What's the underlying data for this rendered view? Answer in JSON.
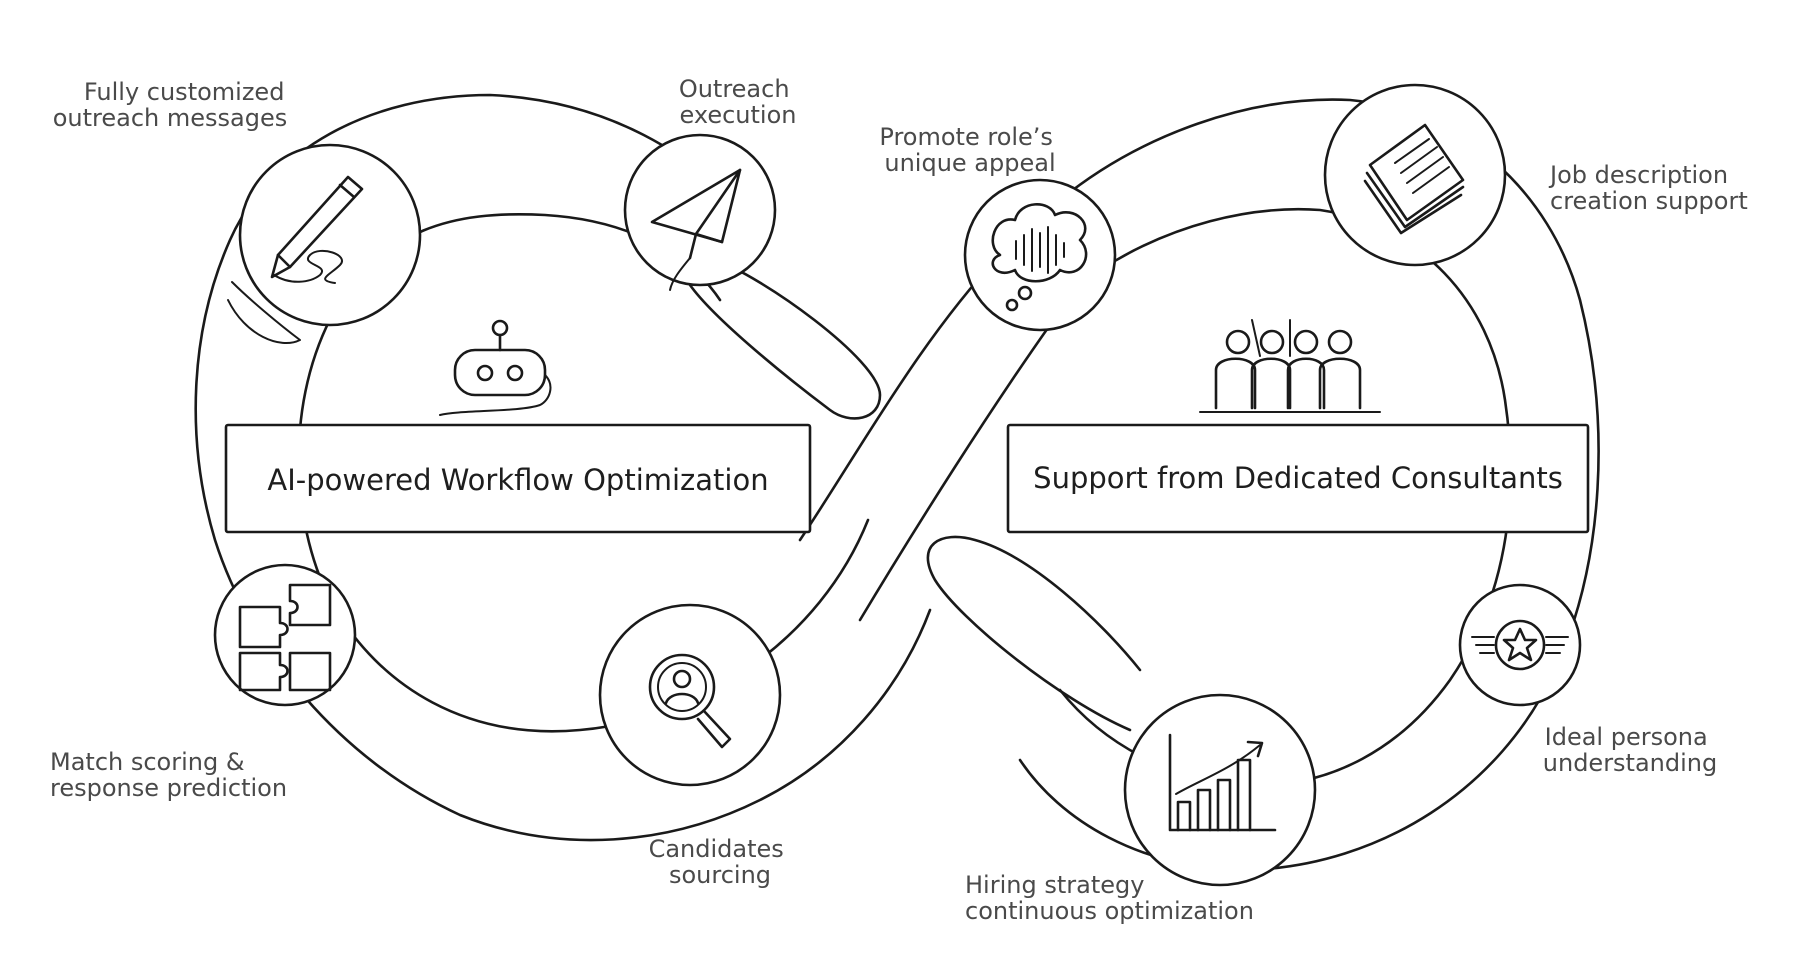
{
  "left_panel": {
    "title": "AI-powered Workflow Optimization",
    "steps": [
      {
        "lines": [
          "Fully customized",
          "outreach messages"
        ],
        "icon": "pen-icon"
      },
      {
        "lines": [
          "Outreach",
          "execution"
        ],
        "icon": "paper-plane-icon"
      },
      {
        "lines": [
          "Candidates",
          "sourcing"
        ],
        "icon": "magnifier-person-icon"
      },
      {
        "lines": [
          "Match scoring &",
          "response prediction"
        ],
        "icon": "puzzle-icon"
      }
    ]
  },
  "right_panel": {
    "title": "Support from Dedicated Consultants",
    "steps": [
      {
        "lines": [
          "Promote role’s",
          "unique appeal"
        ],
        "icon": "thought-bubble-icon"
      },
      {
        "lines": [
          "Job description",
          "creation support"
        ],
        "icon": "documents-icon"
      },
      {
        "lines": [
          "Ideal persona",
          "understanding"
        ],
        "icon": "star-badge-icon"
      },
      {
        "lines": [
          "Hiring strategy",
          "continuous optimization"
        ],
        "icon": "growth-chart-icon"
      }
    ]
  },
  "colors": {
    "ink": "#1a1a1a",
    "label": "#4a4a4a",
    "background": "#ffffff"
  }
}
